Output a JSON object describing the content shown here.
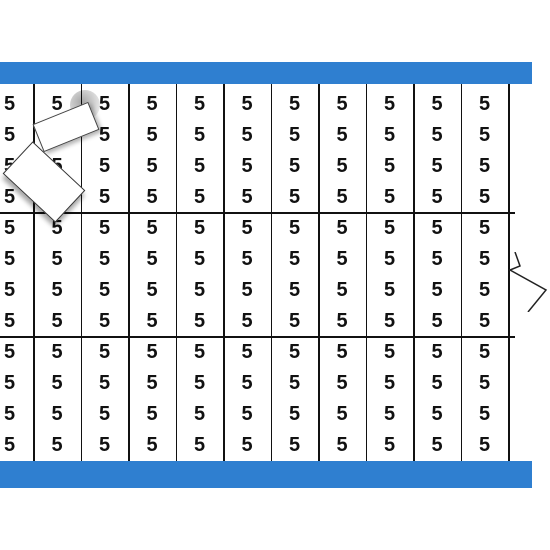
{
  "label_sheet": {
    "character": "5",
    "columns": 11,
    "rows_per_group": 4,
    "groups": 3
  },
  "colors": {
    "card_blue": "#2f7fd0",
    "ink": "#111111",
    "paper": "#ffffff"
  }
}
